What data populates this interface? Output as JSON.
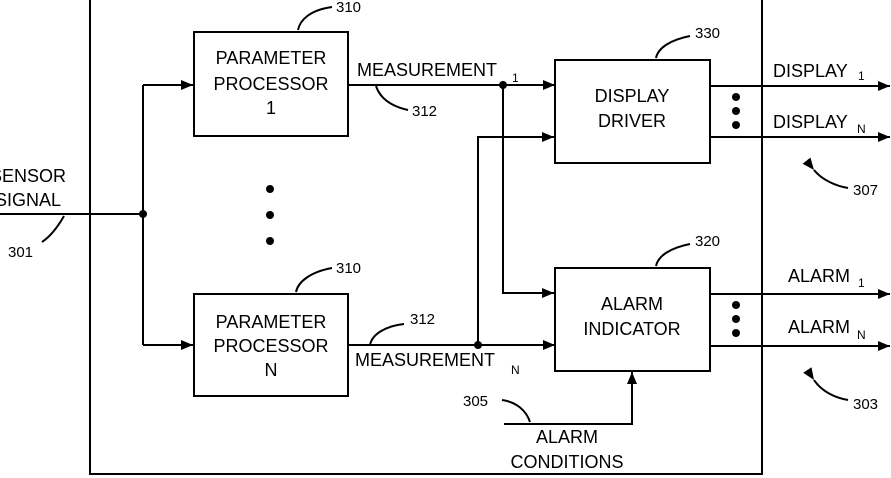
{
  "inputs": {
    "sensor_line1": "SENSOR",
    "sensor_line2": "SIGNAL",
    "sensor_ref": "301",
    "alarm_cond_line1": "ALARM",
    "alarm_cond_line2": "CONDITIONS",
    "alarm_cond_ref": "305"
  },
  "processor_top": {
    "line1": "PARAMETER",
    "line2": "PROCESSOR",
    "line3": "1",
    "ref": "310"
  },
  "processor_bottom": {
    "line1": "PARAMETER",
    "line2": "PROCESSOR",
    "line3": "N",
    "ref": "310"
  },
  "measurement_top": {
    "label": "MEASUREMENT",
    "sub": "1",
    "ref": "312"
  },
  "measurement_bottom": {
    "label": "MEASUREMENT",
    "sub": "N",
    "ref": "312"
  },
  "display_driver": {
    "line1": "DISPLAY",
    "line2": "DRIVER",
    "ref": "330"
  },
  "alarm_indicator": {
    "line1": "ALARM",
    "line2": "INDICATOR",
    "ref": "320"
  },
  "outputs": {
    "display1": "DISPLAY",
    "display1_sub": "1",
    "displayN": "DISPLAY",
    "displayN_sub": "N",
    "display_ref": "307",
    "alarm1": "ALARM",
    "alarm1_sub": "1",
    "alarmN": "ALARM",
    "alarmN_sub": "N",
    "alarm_ref": "303"
  }
}
